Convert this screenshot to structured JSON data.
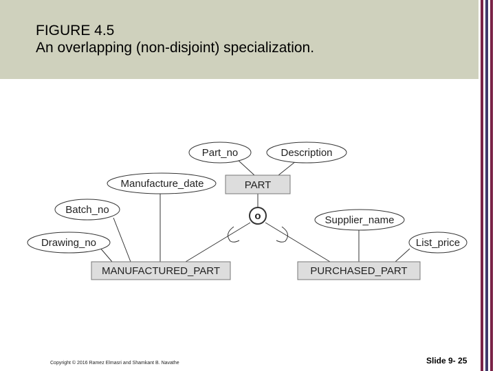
{
  "title": {
    "line1": "FIGURE 4.5",
    "line2": "An overlapping (non-disjoint) specialization."
  },
  "diagram": {
    "superclass": "PART",
    "constraint": "o",
    "superclass_attributes": [
      "Part_no",
      "Description"
    ],
    "subclasses": [
      {
        "name": "MANUFACTURED_PART",
        "attributes": [
          "Manufacture_date",
          "Batch_no",
          "Drawing_no"
        ]
      },
      {
        "name": "PURCHASED_PART",
        "attributes": [
          "Supplier_name",
          "List_price"
        ]
      }
    ]
  },
  "footer": {
    "copyright": "Copyright © 2016 Ramez Elmasri and Shamkant B. Navathe",
    "slide": "Slide 9- 25"
  },
  "colors": {
    "header_bg": "#cfd1bd",
    "entity_fill": "#dddddd",
    "stripe_maroon": "#7a2347",
    "stripe_navy": "#3f3a6b"
  }
}
